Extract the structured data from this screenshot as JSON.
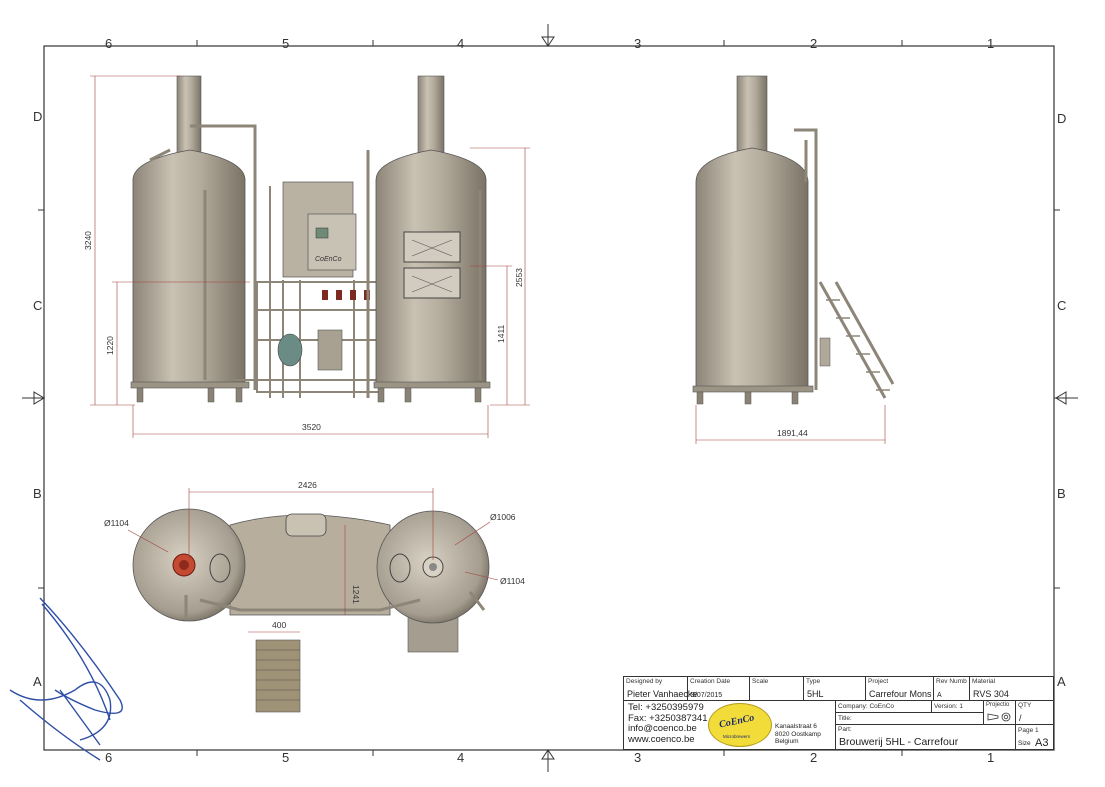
{
  "zones": {
    "top": [
      "6",
      "5",
      "4",
      "3",
      "2",
      "1"
    ],
    "bottom": [
      "6",
      "5",
      "4",
      "3",
      "2",
      "1"
    ],
    "left": [
      "D",
      "C",
      "B",
      "A"
    ],
    "right": [
      "D",
      "C",
      "B",
      "A"
    ]
  },
  "dimensions": {
    "front_height_total": "3240",
    "front_height_low": "1220",
    "front_height_right": "2553",
    "front_height_mid": "1411",
    "front_width": "3520",
    "side_width": "1891,44",
    "top_width": "2426",
    "top_height": "1241",
    "top_offset": "400",
    "dia_left": "Ø1104",
    "dia_right_top": "Ø1006",
    "dia_right_bottom": "Ø1104"
  },
  "panel_logo": "CoEnCo",
  "title_block": {
    "designed_by_label": "Designed by",
    "designed_by": "Pieter Vanhaecke",
    "creation_date_label": "Creation Date",
    "creation_date": "9/07/2015",
    "scale_label": "Scale",
    "scale": "",
    "type_label": "Type",
    "type": "5HL",
    "project_label": "Project",
    "project": "Carrefour Mons",
    "rev_label": "Rev Numb",
    "rev": "A",
    "material_label": "Material",
    "material": "RVS 304",
    "tel": "Tel: +3250395979",
    "fax": "Fax: +3250387341",
    "email": "info@coenco.be",
    "web": "www.coenco.be",
    "logo_text": "CoEnCo",
    "logo_sub": "Microbrewers",
    "address_line1": "Kanaalstraat 6",
    "address_line2": "8020 Oostkamp",
    "address_line3": "Belgium",
    "company_label": "Company:",
    "company": "CoEnCo",
    "version_label": "Version:",
    "version": "1",
    "projection_label": "Projectio",
    "qty_label": "QTY",
    "qty": "/",
    "title_label": "Title:",
    "title": "",
    "part_label": "Part:",
    "part": "Brouwerij 5HL - Carrefour",
    "page_label": "Page",
    "page": "1",
    "size_label": "Size",
    "size": "A3"
  }
}
